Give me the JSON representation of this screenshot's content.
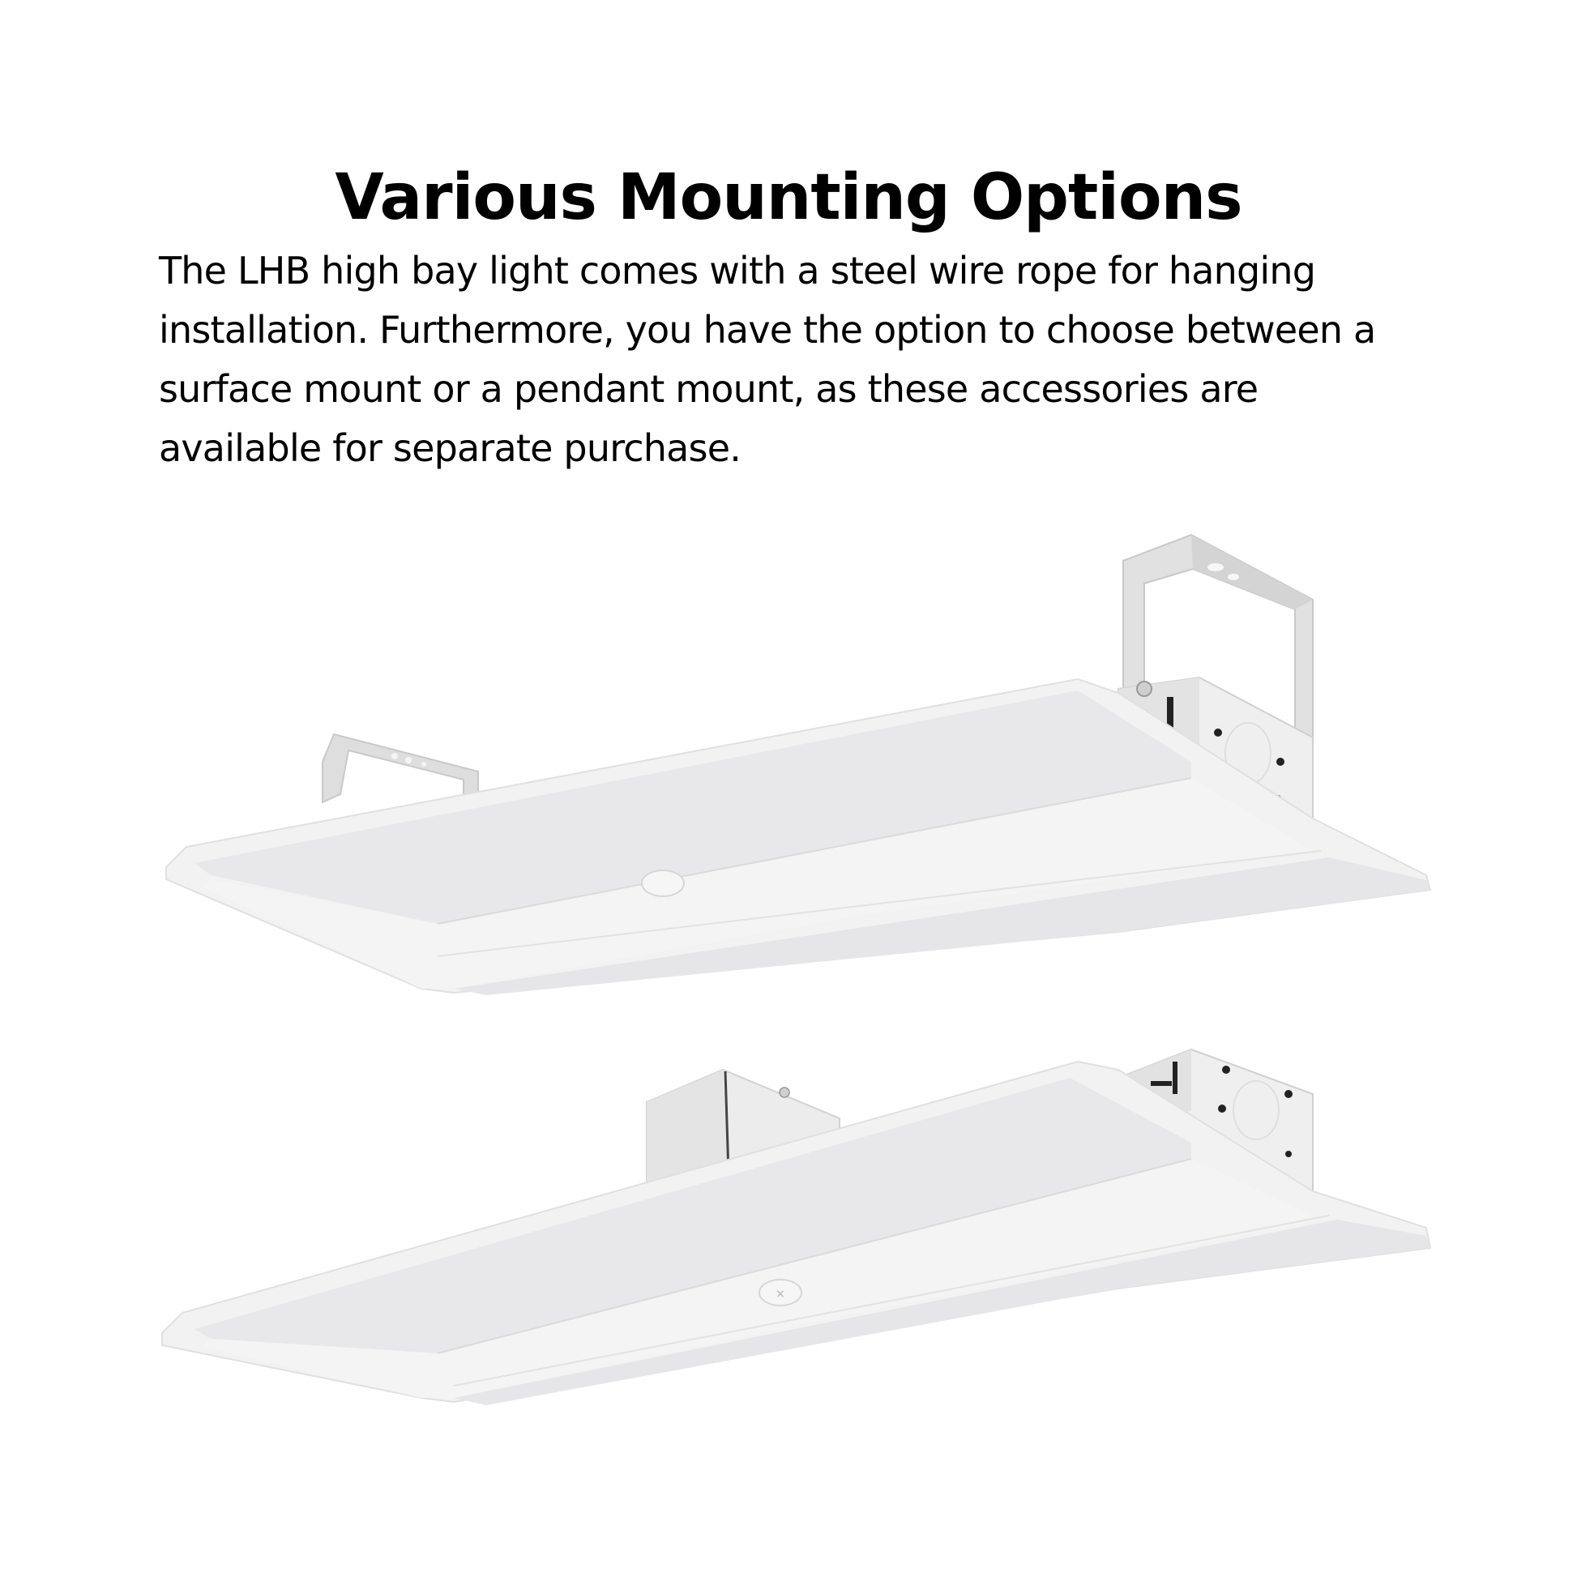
{
  "heading": {
    "title": "Various Mounting Options"
  },
  "description": {
    "text": "The LHB high bay light comes with a steel wire rope for hanging installation. Furthermore, you have the option to choose between a surface mount or a pendant mount, as these accessories are available for separate purchase."
  },
  "images": [
    {
      "subject": "LHB linear high bay light with U-bracket mounting (pendant)",
      "icon": "high-bay-light-u-bracket-image"
    },
    {
      "subject": "LHB linear high bay light with surface mount bracket",
      "icon": "high-bay-light-surface-mount-image"
    }
  ],
  "colors": {
    "background": "#ffffff",
    "text": "#000000",
    "fixture_body": "#f1f1f1",
    "fixture_lens": "#e6e6e8",
    "fixture_shadow": "#d9d9db",
    "bracket": "#dcdcdc"
  }
}
